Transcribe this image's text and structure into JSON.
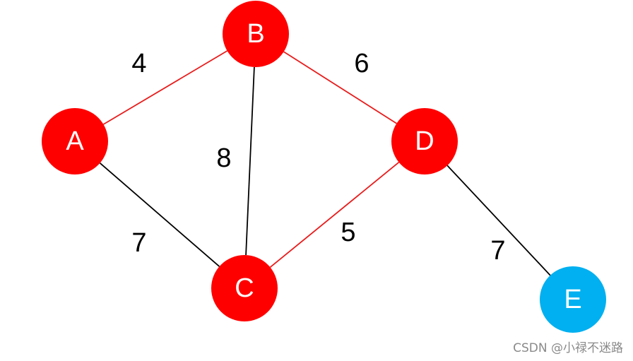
{
  "colors": {
    "node_default": "#ff0000",
    "node_highlight": "#00b0f0",
    "edge_mst": "#e81c1c",
    "edge_other": "#000000",
    "label": "#ffffff",
    "weight": "#000000",
    "watermark": "#8a8a8a"
  },
  "nodes": [
    {
      "id": "A",
      "label": "A",
      "color": "#ff0000"
    },
    {
      "id": "B",
      "label": "B",
      "color": "#ff0000"
    },
    {
      "id": "C",
      "label": "C",
      "color": "#ff0000"
    },
    {
      "id": "D",
      "label": "D",
      "color": "#ff0000"
    },
    {
      "id": "E",
      "label": "E",
      "color": "#00b0f0"
    }
  ],
  "edges": [
    {
      "from": "A",
      "to": "B",
      "weight": "4",
      "color": "#e81c1c"
    },
    {
      "from": "B",
      "to": "D",
      "weight": "6",
      "color": "#e81c1c"
    },
    {
      "from": "B",
      "to": "C",
      "weight": "8",
      "color": "#000000"
    },
    {
      "from": "A",
      "to": "C",
      "weight": "7",
      "color": "#000000"
    },
    {
      "from": "C",
      "to": "D",
      "weight": "5",
      "color": "#e81c1c"
    },
    {
      "from": "D",
      "to": "E",
      "weight": "7",
      "color": "#000000"
    }
  ],
  "watermark": "CSDN @小禄不迷路"
}
